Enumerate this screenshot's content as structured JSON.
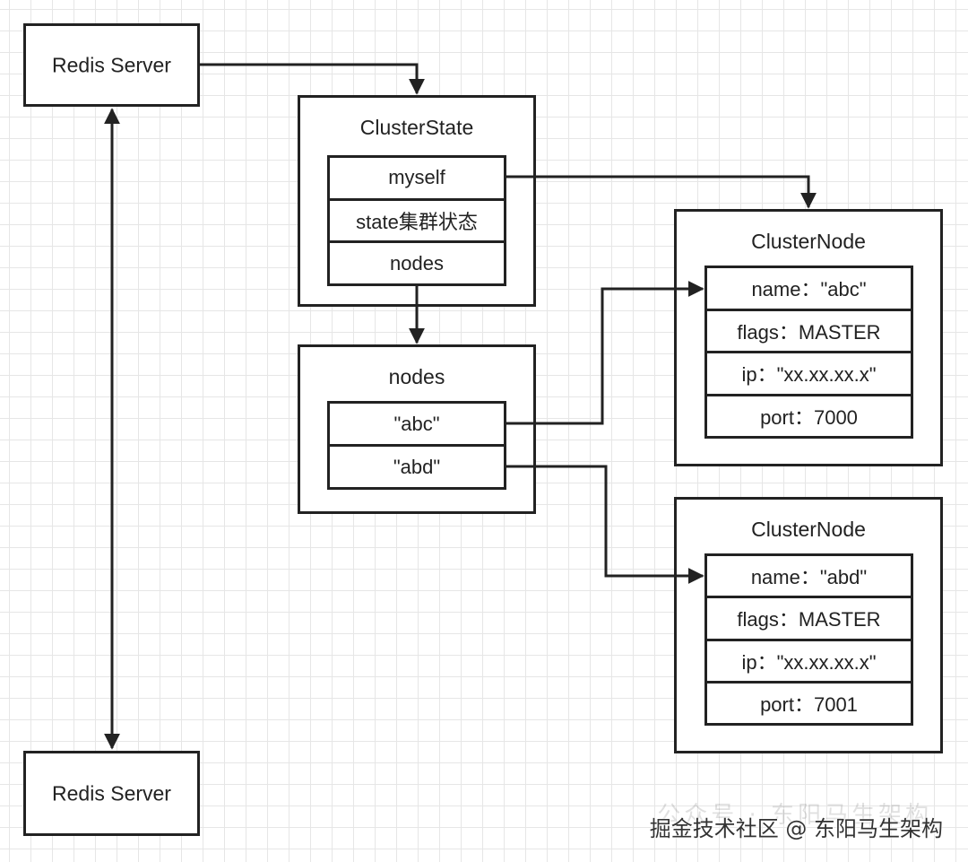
{
  "redis_server_top": {
    "label": "Redis Server"
  },
  "redis_server_bottom": {
    "label": "Redis Server"
  },
  "cluster_state": {
    "title": "ClusterState",
    "fields": [
      "myself",
      "state集群状态",
      "nodes"
    ]
  },
  "nodes_dict": {
    "title": "nodes",
    "keys": [
      "\"abc\"",
      "\"abd\""
    ]
  },
  "cluster_node_1": {
    "title": "ClusterNode",
    "fields": [
      "name：\"abc\"",
      "flags：MASTER",
      "ip：\"xx.xx.xx.x\"",
      "port：7000"
    ]
  },
  "cluster_node_2": {
    "title": "ClusterNode",
    "fields": [
      "name：\"abd\"",
      "flags：MASTER",
      "ip：\"xx.xx.xx.x\"",
      "port：7001"
    ]
  },
  "watermark": {
    "faint": "公众号 · 东阳马生架构",
    "text": "掘金技术社区 @ 东阳马生架构"
  }
}
